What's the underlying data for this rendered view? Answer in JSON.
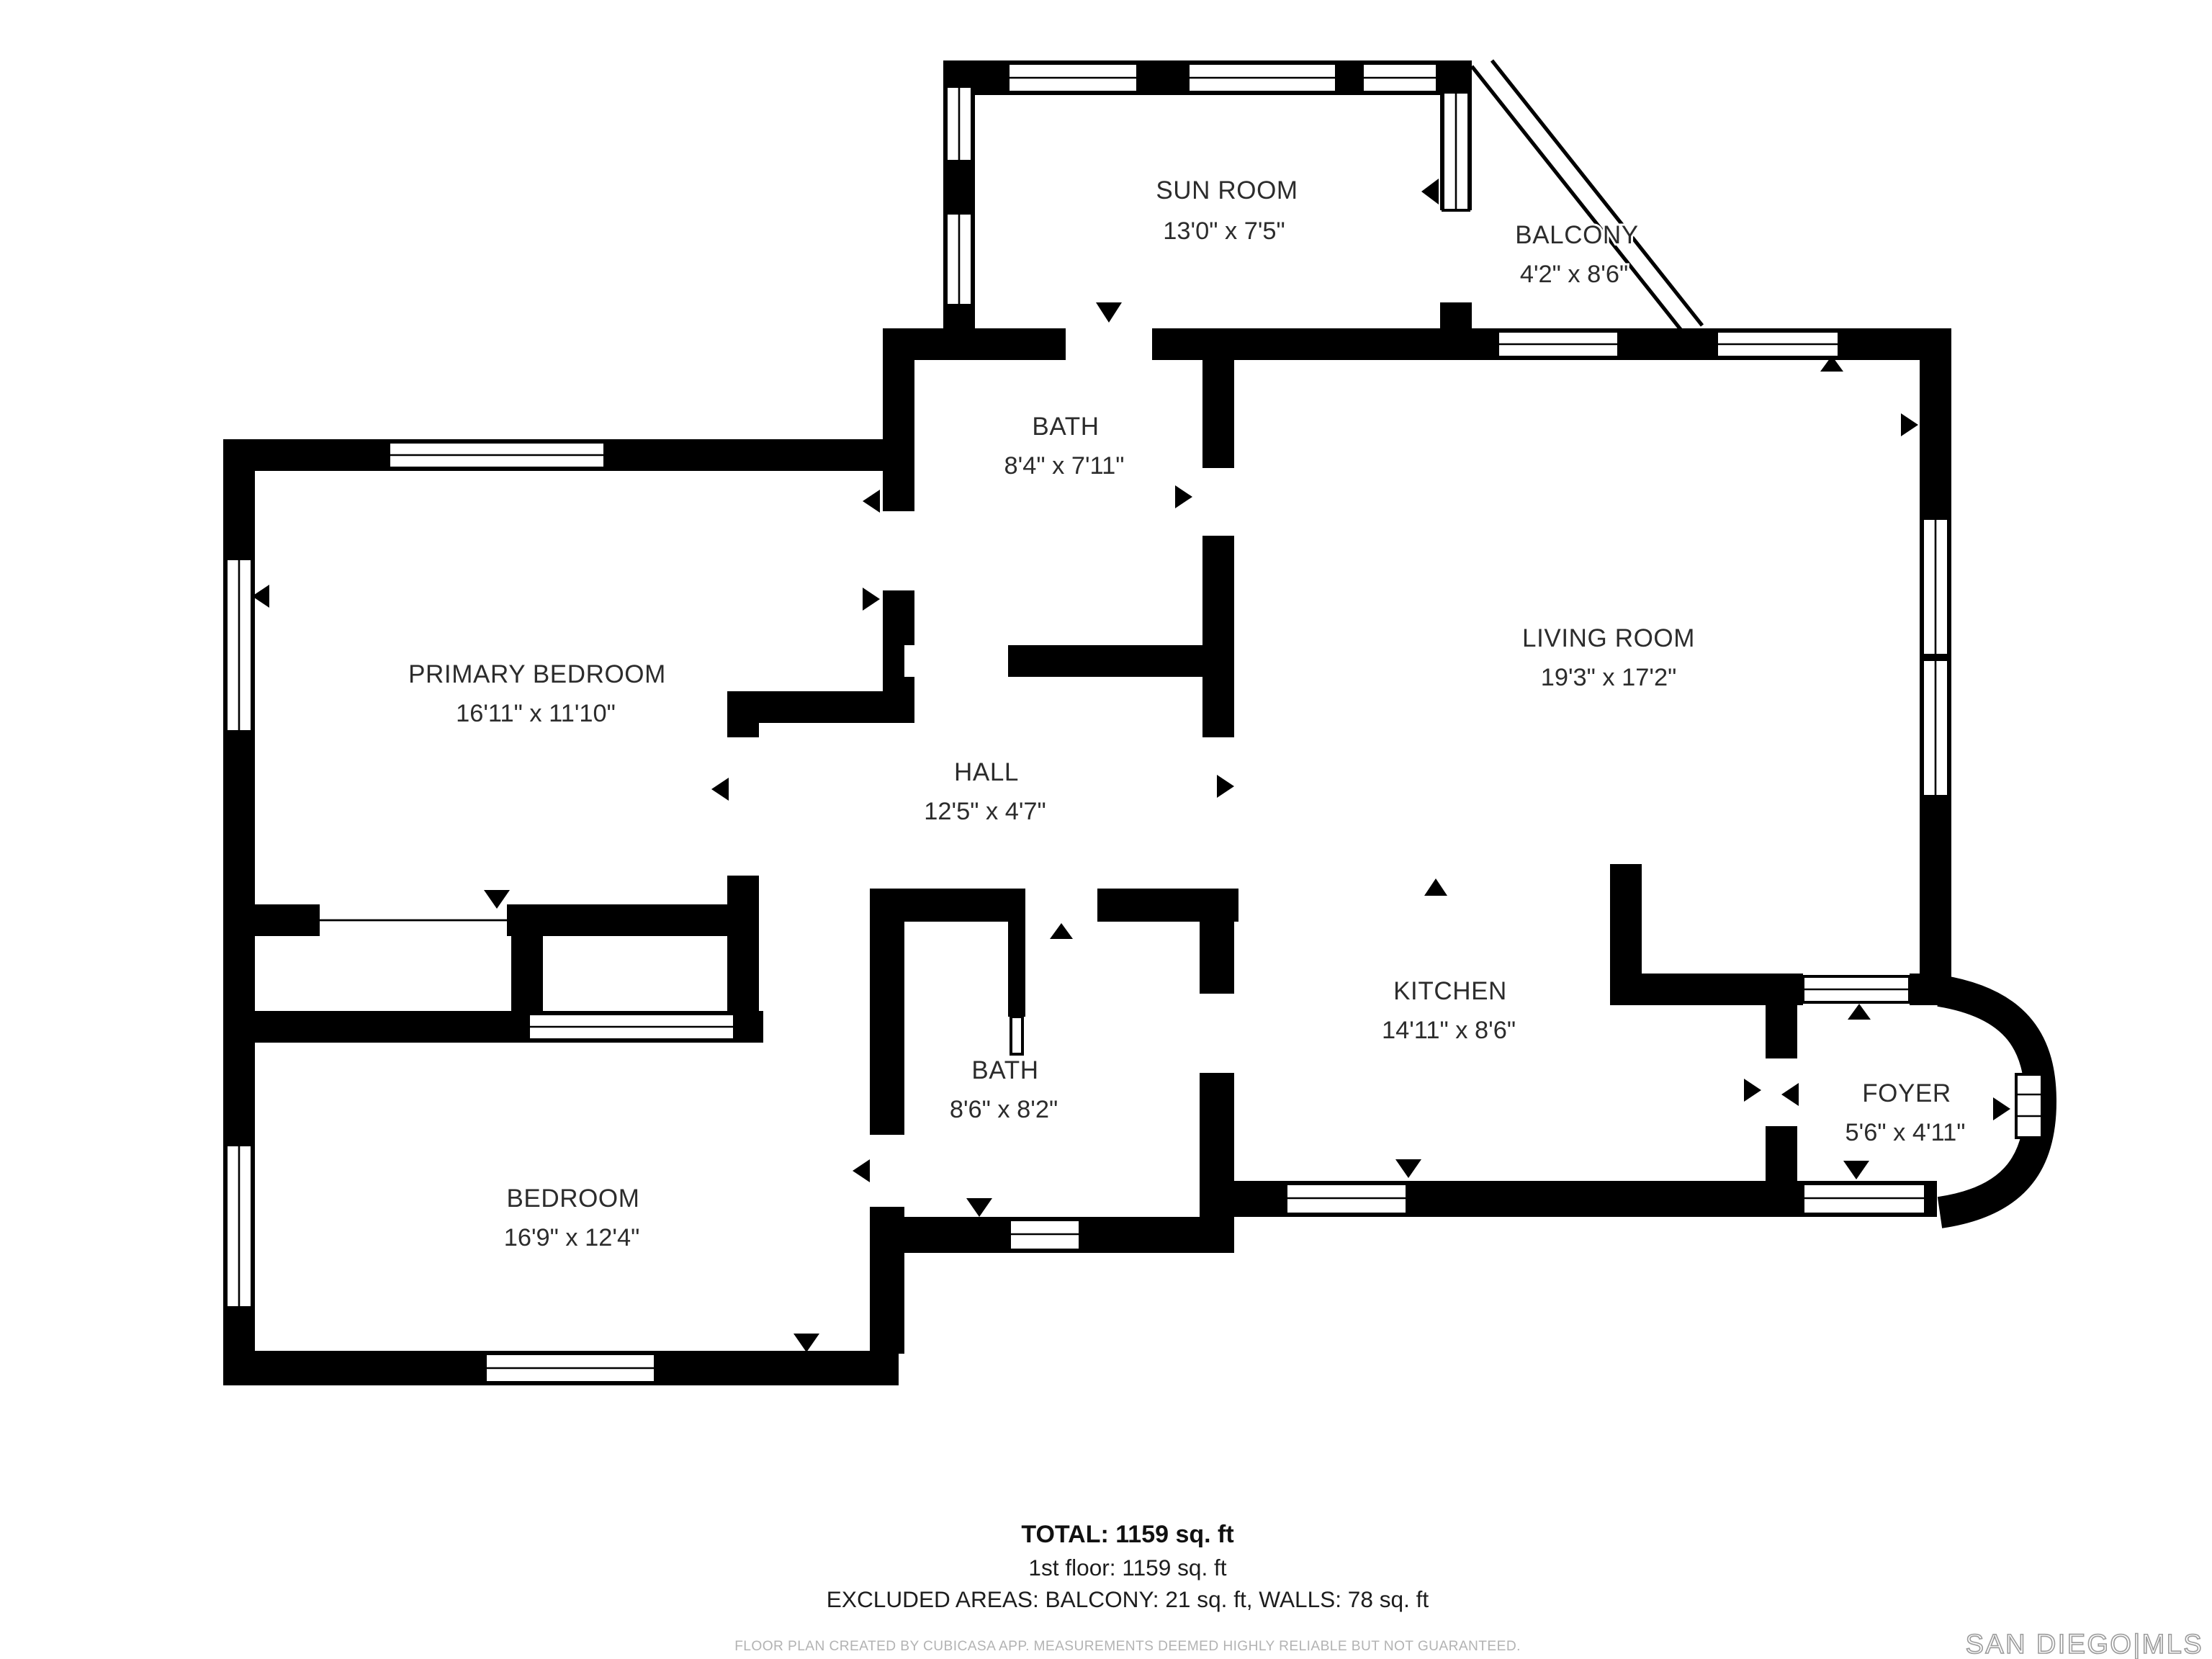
{
  "rooms": [
    {
      "id": "sunroom",
      "name": "SUN ROOM",
      "dims": "13'0\" x 7'5\""
    },
    {
      "id": "balcony",
      "name": "BALCONY",
      "dims": "4'2\" x 8'6\""
    },
    {
      "id": "bath-upper",
      "name": "BATH",
      "dims": "8'4\" x 7'11\""
    },
    {
      "id": "living-room",
      "name": "LIVING ROOM",
      "dims": "19'3\" x 17'2\""
    },
    {
      "id": "primary-bedroom",
      "name": "PRIMARY BEDROOM",
      "dims": "16'11\" x 11'10\""
    },
    {
      "id": "hall",
      "name": "HALL",
      "dims": "12'5\" x 4'7\""
    },
    {
      "id": "kitchen",
      "name": "KITCHEN",
      "dims": "14'11\" x 8'6\""
    },
    {
      "id": "bath-lower",
      "name": "BATH",
      "dims": "8'6\" x 8'2\""
    },
    {
      "id": "foyer",
      "name": "FOYER",
      "dims": "5'6\" x 4'11\""
    },
    {
      "id": "bedroom",
      "name": "BEDROOM",
      "dims": "16'9\" x 12'4\""
    }
  ],
  "summary": {
    "total": "TOTAL: 1159 sq. ft",
    "floor": "1st floor: 1159 sq. ft",
    "excluded": "EXCLUDED AREAS: BALCONY: 21 sq. ft, WALLS: 78 sq. ft",
    "disclaimer": "FLOOR PLAN CREATED BY CUBICASA APP. MEASUREMENTS DEEMED HIGHLY RELIABLE BUT NOT GUARANTEED."
  },
  "watermark": "SAN DIEGO|MLS",
  "colors": {
    "wall": "#000000",
    "background": "#ffffff",
    "label": "#2c2c2c",
    "muted": "#b3b3b3"
  }
}
